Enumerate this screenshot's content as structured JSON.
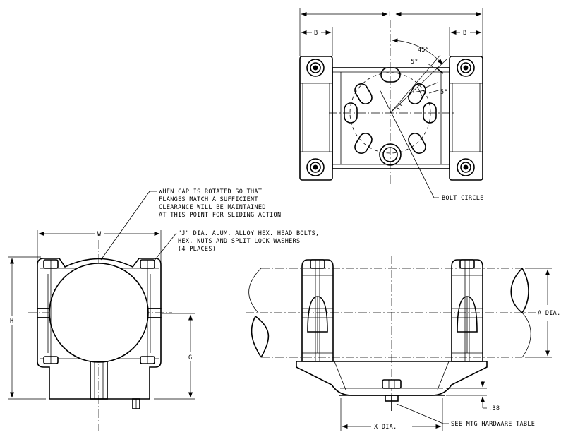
{
  "labels": {
    "L": "L",
    "B_left": "B",
    "B_right": "B",
    "angle_45": "45°",
    "angle_5_top": "5°",
    "angle_5_right": "5°",
    "bolt_circle": "BOLT CIRCLE",
    "cap_note": [
      "WHEN CAP IS ROTATED SO THAT",
      "FLANGES MATCH A SUFFICIENT",
      "CLEARANCE WILL BE MAINTAINED",
      "AT THIS POINT FOR SLIDING ACTION"
    ],
    "bolt_note": [
      "\"J\" DIA. ALUM. ALLOY HEX. HEAD BOLTS,",
      "HEX. NUTS AND SPLIT LOCK WASHERS",
      "(4 PLACES)"
    ],
    "W": "W",
    "H": "H",
    "G": "G",
    "A_dia": "A DIA.",
    "dim_38": ".38",
    "X_dia": "X DIA.",
    "mtg_hardware": "SEE MTG HARDWARE TABLE"
  }
}
